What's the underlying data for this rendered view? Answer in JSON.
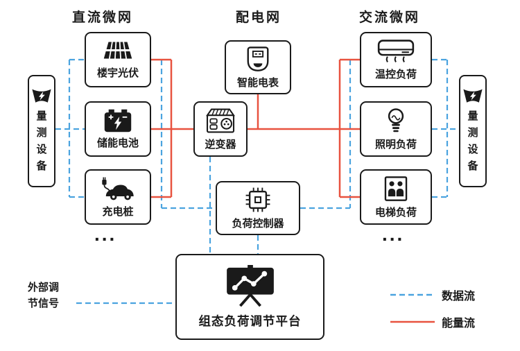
{
  "headers": {
    "dc_microgrid": "直流微网",
    "distribution_grid": "配电网",
    "ac_microgrid": "交流微网"
  },
  "nodes": {
    "building_pv": "楼宇光伏",
    "storage_battery": "储能电池",
    "ev_charger": "充电桩",
    "smart_meter": "智能电表",
    "inverter": "逆变器",
    "load_controller": "负荷控制器",
    "platform": "组态负荷调节平台",
    "hvac_load": "温控负荷",
    "lighting_load": "照明负荷",
    "elevator_load": "电梯负荷",
    "measurement_left": "量测设备",
    "measurement_right": "量测设备"
  },
  "labels": {
    "external_signal_line1": "外部调",
    "external_signal_line2": "节信号",
    "ellipsis_left": "...",
    "ellipsis_right": "..."
  },
  "legend": {
    "data_flow": "数据流",
    "energy_flow": "能量流"
  },
  "colors": {
    "data_flow": "#4AA3DF",
    "energy_flow": "#E8523F",
    "icon": "#1A1A1A",
    "background": "#FFFFFF"
  },
  "icons": {
    "building_pv": "solar-panel-icon",
    "storage_battery": "battery-icon",
    "ev_charger": "ev-car-plug-icon",
    "smart_meter": "electric-meter-icon",
    "inverter": "inverter-device-icon",
    "load_controller": "cpu-chip-icon",
    "platform": "chart-board-icon",
    "hvac_load": "air-conditioner-icon",
    "lighting_load": "light-bulb-icon",
    "elevator_load": "elevator-people-icon",
    "measurement": "power-gauge-icon"
  },
  "edges": [
    {
      "from": "量测设备(左)",
      "to": "楼宇光伏/储能电池/充电桩",
      "type": "数据流"
    },
    {
      "from": "楼宇光伏/储能电池/充电桩",
      "to": "负荷控制器",
      "type": "数据流"
    },
    {
      "from": "楼宇光伏/储能电池/充电桩",
      "to": "逆变器",
      "type": "能量流"
    },
    {
      "from": "逆变器",
      "to": "温控负荷/照明负荷/电梯负荷",
      "type": "能量流"
    },
    {
      "from": "智能电表",
      "to": "逆变器-交流微网干线",
      "type": "能量流"
    },
    {
      "from": "温控负荷/照明负荷/电梯负荷",
      "to": "负荷控制器",
      "type": "数据流"
    },
    {
      "from": "温控负荷/照明负荷/电梯负荷",
      "to": "量测设备(右)",
      "type": "数据流"
    },
    {
      "from": "逆变器",
      "to": "组态负荷调节平台",
      "type": "数据流"
    },
    {
      "from": "负荷控制器",
      "to": "组态负荷调节平台",
      "type": "数据流"
    },
    {
      "from": "外部调节信号",
      "to": "组态负荷调节平台",
      "type": "数据流"
    }
  ]
}
